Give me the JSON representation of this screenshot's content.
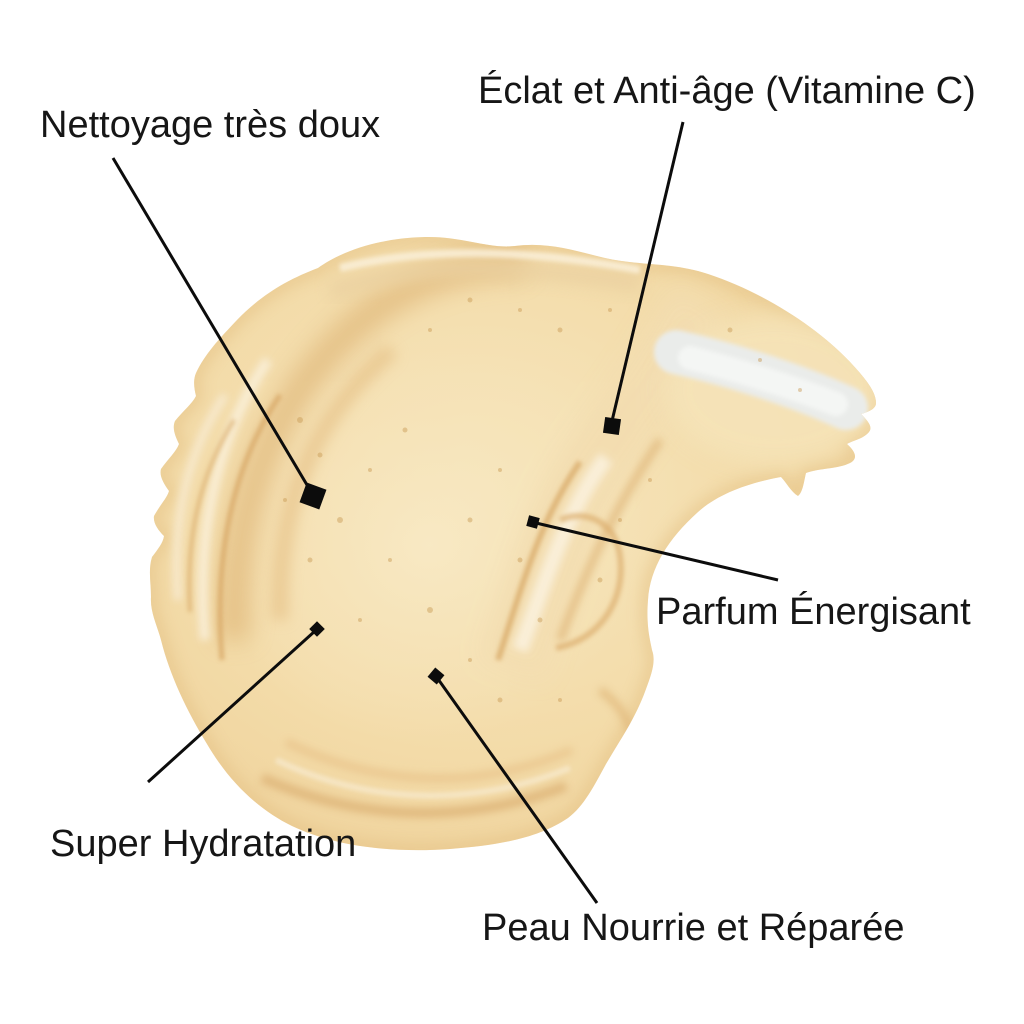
{
  "figure": {
    "subject": "cream-texture-swatch",
    "background_color": "#ffffff",
    "text_color": "#161616",
    "callout_line_color": "#0c0c0c",
    "cream": {
      "base_color": "#f2d9a6",
      "highlight_color": "#f9eed6",
      "shadow_color": "#d9aa67",
      "streak_color": "#eaecea"
    }
  },
  "annotations": {
    "cleansing": {
      "label": "Nettoyage très doux"
    },
    "radiance": {
      "label": "Éclat et Anti-âge (Vitamine C)"
    },
    "fragrance": {
      "label": "Parfum Énergisant"
    },
    "hydration": {
      "label": "Super Hydratation"
    },
    "nourish": {
      "label": "Peau Nourrie et Réparée"
    }
  }
}
